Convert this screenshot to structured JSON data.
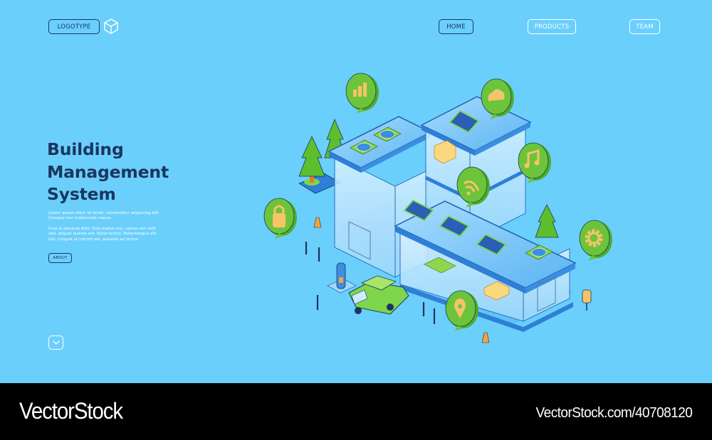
{
  "header": {
    "logo_label": "LOGOTYPE",
    "logo_icon": "cube-icon",
    "nav": [
      {
        "label": "HOME",
        "active": true
      },
      {
        "label": "PRODUCTS",
        "active": false
      },
      {
        "label": "TEAM",
        "active": false
      }
    ]
  },
  "hero": {
    "title_lines": [
      "Building",
      "Management",
      "System"
    ],
    "paragraph_1": "Lorem ipsum dolor sit amet, consectetur adipiscing elit. Quisque non malesuada massa.",
    "paragraph_2": "Cras in placerat felis. Duis metus orci, varius nec velit sed, aliquet laoreet est. Nulla facilisi. Pellentesque elit nisi, congue ut rutrum vel, posuere eu lectus.",
    "about_label": "ABOUT",
    "scroll_icon": "chevron-down-icon"
  },
  "illustration": {
    "subject": "isometric smart building with solar panels, fans, trees and EV charging car",
    "bubble_icons": [
      "signal-bars-icon",
      "cloud-icon",
      "music-note-icon",
      "wifi-icon",
      "lock-icon",
      "gear-icon",
      "location-pin-icon"
    ]
  },
  "colors": {
    "background": "#6BCFFC",
    "text_dark": "#1B3561",
    "text_light": "#FFFFFF",
    "bubble_green": "#6CC43A",
    "icon_orange": "#F6C36A",
    "building_blue": "#3A8FE0",
    "footer": "#000000"
  },
  "footer": {
    "brand": "VectorStock",
    "url": "VectorStock.com/40708120"
  }
}
